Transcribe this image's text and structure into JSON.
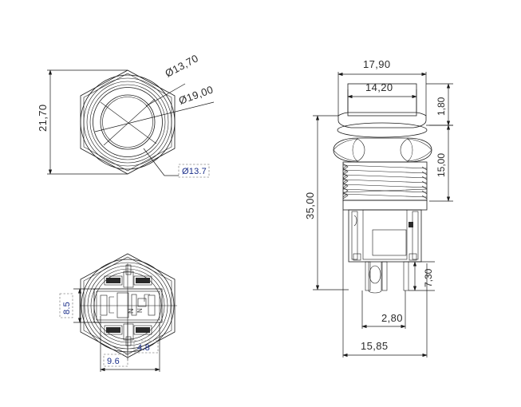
{
  "drawing": {
    "title": "Push button switch technical dimension drawing",
    "units": "mm",
    "views": [
      {
        "name": "front-view",
        "position": "top-left"
      },
      {
        "name": "rear-view",
        "position": "bottom-left"
      },
      {
        "name": "side-section-view",
        "position": "right"
      }
    ]
  },
  "front_view": {
    "name": "front-view",
    "dim_height": "21,70",
    "dim_inner_diameter": "Ø13,70",
    "dim_outer_diameter": "Ø19,00",
    "callout_led": "Ø13.7"
  },
  "rear_view": {
    "name": "rear-view",
    "dim_terminal_height": "8.5",
    "dim_terminal_inner_width": "4.8",
    "dim_terminal_outer_width": "9.6"
  },
  "side_view": {
    "name": "side-section-view",
    "dim_bezel_width": "17,90",
    "dim_cap_width": "14,20",
    "dim_cap_height": "1,80",
    "dim_thread_length": "15,00",
    "dim_total_length": "35,00",
    "dim_terminal_length": "7,30",
    "dim_terminal_pitch": "2,80",
    "dim_overall_width": "15,85"
  },
  "colors": {
    "line": "#1a1a1a",
    "annotation_blue": "#1b2f8a",
    "annotation_box": "#8d8d8d",
    "background": "#ffffff",
    "hatch": "#5a5a5a"
  }
}
